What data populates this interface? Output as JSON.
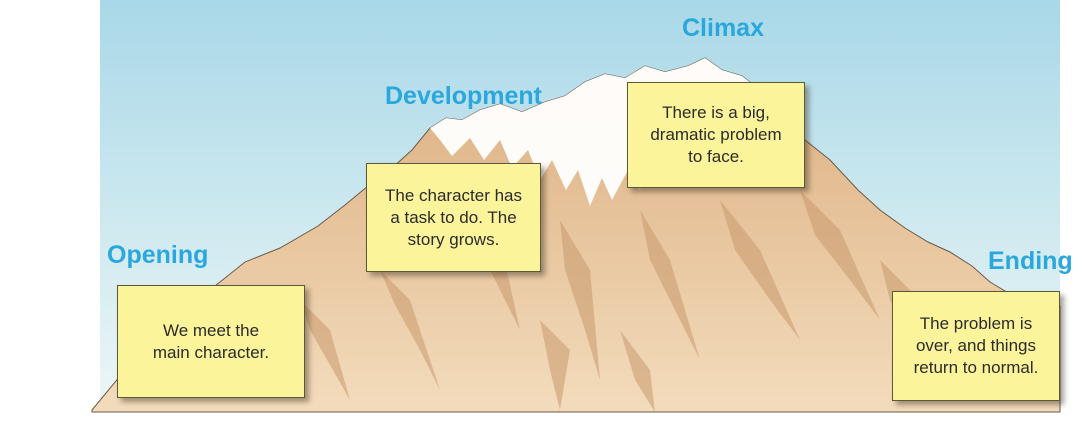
{
  "colors": {
    "sky_top": "#a9d8e8",
    "sky_bottom": "#eef6f7",
    "mountain": "#e9c79a",
    "mountain_shadow": "#c99a6e",
    "snow": "#ffffff",
    "label": "#2aa7dc",
    "note_fill": "#fbf49a"
  },
  "stages": {
    "opening": {
      "label": "Opening",
      "text": "We meet the\nmain character."
    },
    "development": {
      "label": "Development",
      "text": "The character has\na task to do. The\nstory grows."
    },
    "climax": {
      "label": "Climax",
      "text": "There is a big,\ndramatic problem\nto face."
    },
    "ending": {
      "label": "Ending",
      "text": "The problem is\nover, and things\nreturn to normal."
    }
  }
}
